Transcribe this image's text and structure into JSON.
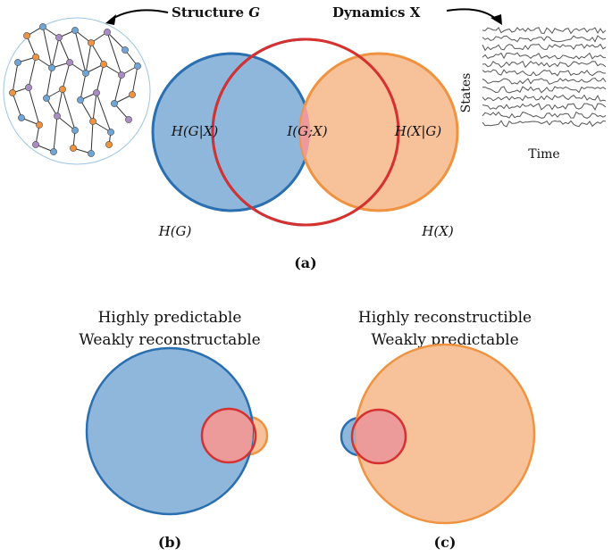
{
  "panel_a": {
    "label": "(a)",
    "structure_label": "Structure ",
    "structure_symbol": "G",
    "dynamics_label": "Dynamics ",
    "dynamics_symbol": "X",
    "states_label": "States",
    "time_label": "Time",
    "h_g_given_x": "H(G|X)",
    "mutual_info": "I(G;X)",
    "h_x_given_g": "H(X|G)",
    "h_g": "H(G)",
    "h_x": "H(X)"
  },
  "panel_b": {
    "label": "(b)",
    "title_line1": "Highly predictable",
    "title_line2": "Weakly reconstructable"
  },
  "panel_c": {
    "label": "(c)",
    "title_line1": "Highly reconstructible",
    "title_line2": "Weakly predictable"
  },
  "colors": {
    "structure_fill": "#8fb7dc",
    "structure_stroke": "#2a6fb0",
    "dynamics_fill": "#f7c19a",
    "dynamics_stroke": "#ef9340",
    "overlap_fill": "#ec9a9a",
    "overlap_stroke": "#d63131",
    "node_blue": "#6fa6d6",
    "node_orange": "#ef9340",
    "node_purple": "#a98cc4",
    "network_circle": "#9cc6e6",
    "timeseries": "#555555"
  }
}
